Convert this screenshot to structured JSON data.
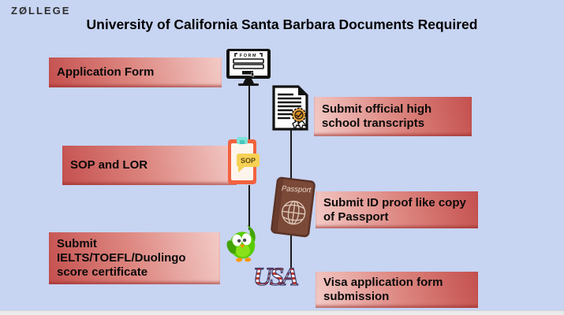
{
  "logo": {
    "text": "ZØLLEGE"
  },
  "title": "University of California Santa Barbara Documents Required",
  "colors": {
    "background": "#c7d4f2",
    "box_gradient_dark": "#c4504e",
    "box_gradient_light": "#f3cbc7",
    "connector_line": "#1a1a1a",
    "footer_strip": "#ebebeb"
  },
  "steps": [
    {
      "label": "Application Form",
      "icon": "computer-form-icon",
      "column": "left"
    },
    {
      "label": "Submit official high\nschool transcripts",
      "icon": "transcript-certificate-icon",
      "column": "right"
    },
    {
      "label": "SOP and LOR",
      "icon": "sop-clipboard-icon",
      "column": "left"
    },
    {
      "label": "Submit ID proof like copy\nof Passport",
      "icon": "passport-icon",
      "column": "right"
    },
    {
      "label": "Submit\nIELTS/TOEFL/Duolingo\nscore certificate",
      "icon": "duolingo-owl-icon",
      "column": "left"
    },
    {
      "label": "Visa application form\nsubmission",
      "icon": "usa-flag-text-icon",
      "column": "right"
    }
  ],
  "icons": {
    "computer_screen_text": "FORM",
    "sop_bubble_text": "SOP",
    "passport_text": "Passport",
    "usa_text": "USA"
  }
}
